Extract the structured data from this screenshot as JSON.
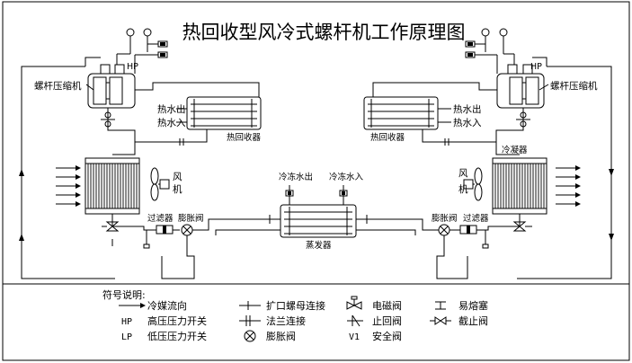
{
  "title": "热回收型风冷式螺杆机工作原理图",
  "labels": {
    "compressor_left": "螺杆压缩机",
    "compressor_right": "螺杆压缩机",
    "hot_water_out_left": "热水出",
    "hot_water_in_left": "热水入",
    "hot_water_out_right": "热水出",
    "hot_water_in_right": "热水入",
    "heat_recovery_left": "热回收器",
    "heat_recovery_right": "热回收器",
    "fan_left": "风\n机",
    "fan_right": "风\n机",
    "condenser_right": "冷凝器",
    "chilled_out": "冷冻水出",
    "chilled_in": "冷冻水入",
    "evaporator": "蒸发器",
    "filter_left": "过滤器",
    "expansion_left": "膨胀阀",
    "filter_right": "过滤器",
    "expansion_right": "膨胀阀"
  },
  "legend": {
    "heading": "符号说明:",
    "items": [
      {
        "symbol": "arrow",
        "text": "冷媒流向"
      },
      {
        "symbol": "flare",
        "text": "扩口螺母连接"
      },
      {
        "symbol": "solenoid",
        "text": "电磁阀"
      },
      {
        "symbol": "fusible",
        "text": "易熔塞"
      },
      {
        "symbol": "HP",
        "text": "高压压力开关"
      },
      {
        "symbol": "flange",
        "text": "法兰连接"
      },
      {
        "symbol": "check",
        "text": "止回阀"
      },
      {
        "symbol": "stop",
        "text": "截止阀"
      },
      {
        "symbol": "LP",
        "text": "低压压力开关"
      },
      {
        "symbol": "expansion",
        "text": "膨胀阀"
      },
      {
        "symbol": "V1",
        "text": "安全阀"
      }
    ]
  }
}
